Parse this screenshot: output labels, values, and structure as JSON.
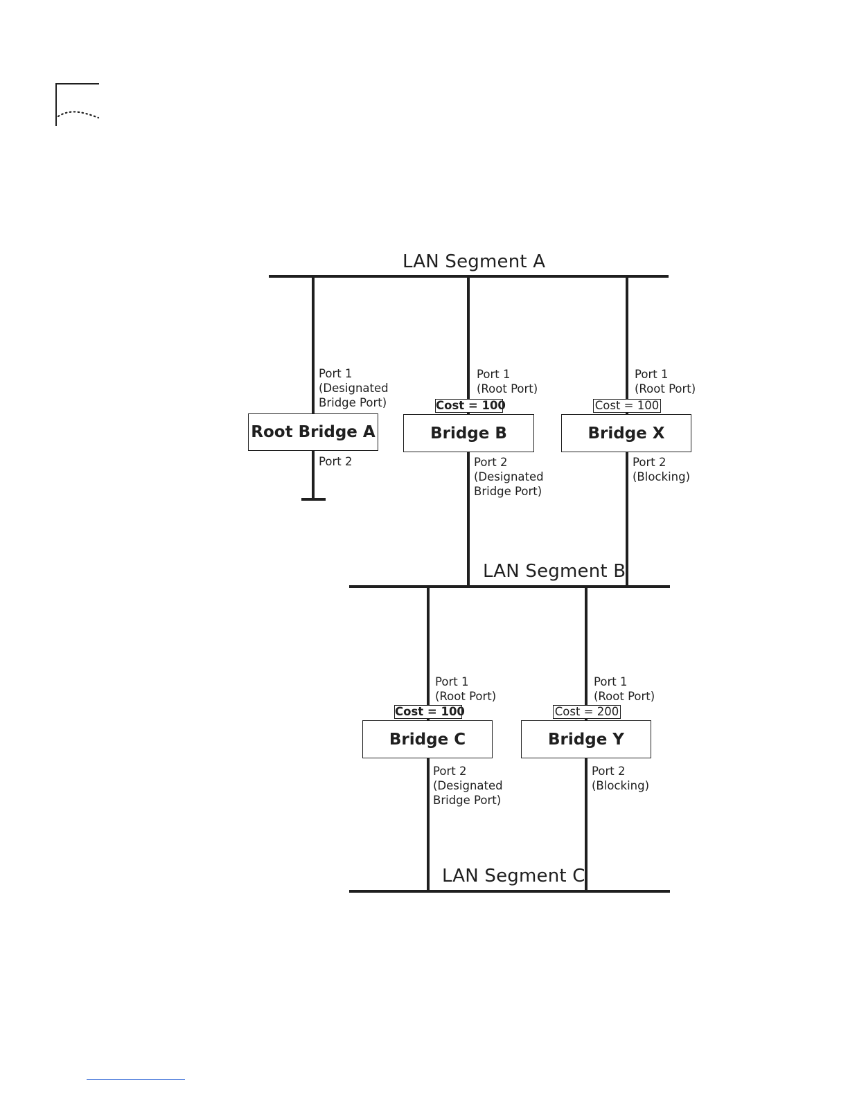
{
  "segments": {
    "a": "LAN Segment A",
    "b": "LAN Segment B",
    "c": "LAN Segment C"
  },
  "bridges": {
    "root_a": {
      "name": "Root Bridge A",
      "port1": [
        "Port 1",
        "(Designated",
        "Bridge Port)"
      ],
      "port2": [
        "Port 2"
      ]
    },
    "b": {
      "name": "Bridge B",
      "cost": "Cost = 100",
      "port1": [
        "Port 1",
        "(Root Port)"
      ],
      "port2": [
        "Port 2",
        "(Designated",
        "Bridge Port)"
      ]
    },
    "x": {
      "name": "Bridge X",
      "cost": "Cost = 100",
      "port1": [
        "Port 1",
        "(Root Port)"
      ],
      "port2": [
        "Port 2",
        "(Blocking)"
      ]
    },
    "c": {
      "name": "Bridge C",
      "cost": "Cost = 100",
      "port1": [
        "Port 1",
        "(Root Port)"
      ],
      "port2": [
        "Port 2",
        "(Designated",
        "Bridge Port)"
      ]
    },
    "y": {
      "name": "Bridge Y",
      "cost": "Cost = 200",
      "port1": [
        "Port 1",
        "(Root Port)"
      ],
      "port2": [
        "Port 2",
        "(Blocking)"
      ]
    }
  }
}
